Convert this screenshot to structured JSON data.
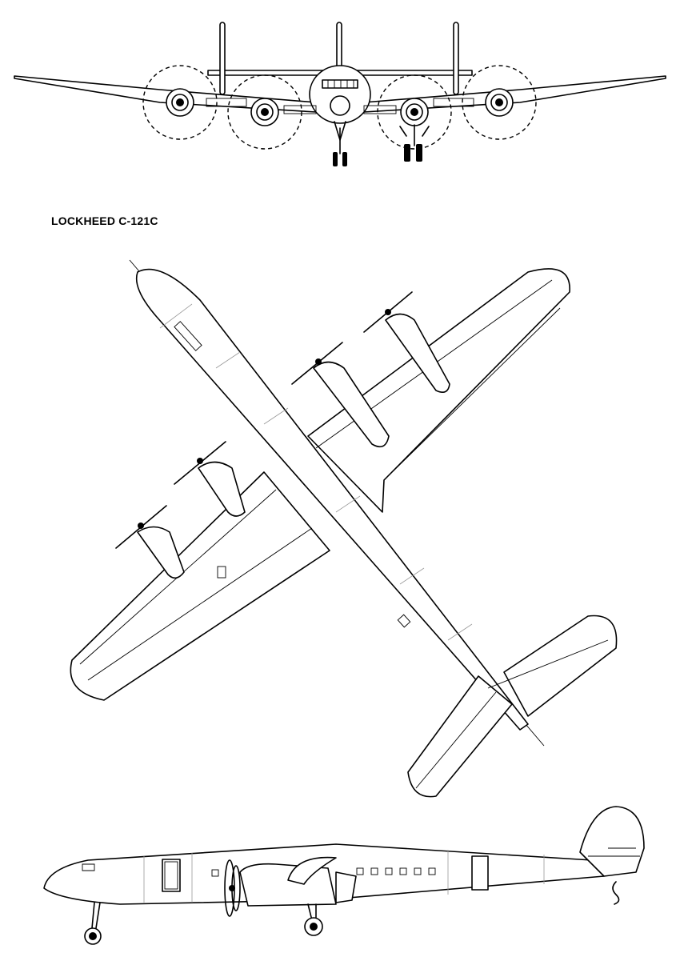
{
  "title": "LOCKHEED C-121C",
  "views": {
    "front": "front-view",
    "top": "top-view",
    "side": "side-view"
  },
  "colors": {
    "line": "#000000",
    "background": "#ffffff",
    "panel_line": "#9a9a9a"
  }
}
